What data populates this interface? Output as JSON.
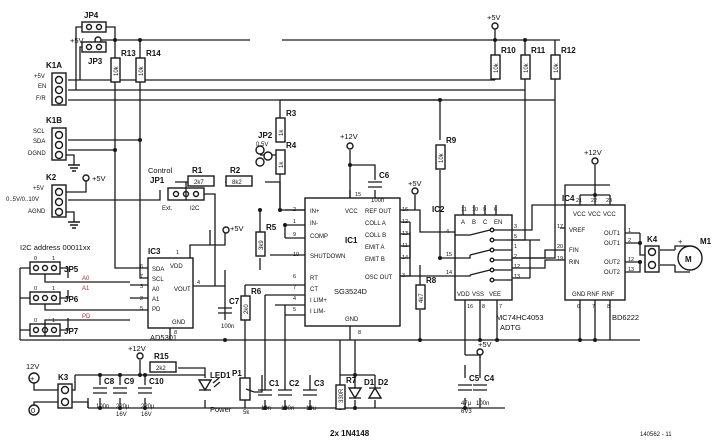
{
  "rails": {
    "v5": "+5V",
    "v12": "+12V",
    "v12_in": "12V",
    "zero": "0"
  },
  "connectors": {
    "k1a": {
      "ref": "K1A",
      "pins": [
        "+5V",
        "EN",
        "F/R"
      ]
    },
    "k1b": {
      "ref": "K1B",
      "pins": [
        "SCL",
        "SDA",
        "DGND"
      ]
    },
    "k2": {
      "ref": "K2",
      "pins": [
        "+5V",
        "0..5V/0..10V",
        "AGND"
      ]
    },
    "k3": {
      "ref": "K3"
    },
    "k4": {
      "ref": "K4"
    },
    "m1": {
      "ref": "M1",
      "symbol": "M"
    }
  },
  "jumpers": {
    "jp1": "JP1",
    "jp2": "JP2",
    "jp3": "JP3",
    "jp4": "JP4",
    "jp5": "JP5",
    "jp6": "JP6",
    "jp7": "JP7",
    "jp1_left": "Ext.",
    "jp1_right": "I2C",
    "jp1_title": "Control",
    "jp2_val": "0.5V"
  },
  "i2c": {
    "title": "I2C address 00011xx",
    "a0": "A0",
    "a1": "A1",
    "pd": "PD",
    "zero": "0",
    "one": "1"
  },
  "resistors": [
    {
      "ref": "R1",
      "val": "2k7"
    },
    {
      "ref": "R2",
      "val": "8k2"
    },
    {
      "ref": "R3",
      "val": "1k"
    },
    {
      "ref": "R4",
      "val": "1k"
    },
    {
      "ref": "R5",
      "val": "3k9"
    },
    {
      "ref": "R6",
      "val": "2k0"
    },
    {
      "ref": "R7",
      "val": "330R"
    },
    {
      "ref": "R8",
      "val": "4k7"
    },
    {
      "ref": "R9",
      "val": "10k"
    },
    {
      "ref": "R10",
      "val": "10k"
    },
    {
      "ref": "R11",
      "val": "10k"
    },
    {
      "ref": "R12",
      "val": "10k"
    },
    {
      "ref": "R13",
      "val": "10k"
    },
    {
      "ref": "R14",
      "val": "10k"
    },
    {
      "ref": "R15",
      "val": "2k2"
    }
  ],
  "caps": [
    {
      "ref": "C1",
      "val": "10n"
    },
    {
      "ref": "C2",
      "val": "100n"
    },
    {
      "ref": "C3",
      "val": "10u"
    },
    {
      "ref": "C4",
      "val": "100n"
    },
    {
      "ref": "C5",
      "val": "47µ",
      "v": "6V3"
    },
    {
      "ref": "C6",
      "val": "100n"
    },
    {
      "ref": "C7",
      "val": "100n"
    },
    {
      "ref": "C8",
      "val": "100n"
    },
    {
      "ref": "C9",
      "val": "220µ",
      "v": "16V"
    },
    {
      "ref": "C10",
      "val": "220µ",
      "v": "16V"
    }
  ],
  "pot": {
    "ref": "P1",
    "val": "5k"
  },
  "diodes": {
    "d1": "D1",
    "d2": "D2",
    "note": "2x 1N4148"
  },
  "led": {
    "ref": "LED1",
    "label": "Power"
  },
  "ic1": {
    "ref": "IC1",
    "name": "SG3524D",
    "left": [
      {
        "n": "2",
        "t": "IN+"
      },
      {
        "n": "1",
        "t": "IN-"
      },
      {
        "n": "9",
        "t": "COMP"
      },
      {
        "n": "10",
        "t": "SHUTDOWN"
      },
      {
        "n": "6",
        "t": "RT"
      },
      {
        "n": "7",
        "t": "CT"
      },
      {
        "n": "4",
        "t": "I LIM+"
      },
      {
        "n": "5",
        "t": "I LIM-"
      }
    ],
    "right": [
      {
        "n": "16",
        "t": "REF OUT"
      },
      {
        "n": "12",
        "t": "COLL A"
      },
      {
        "n": "13",
        "t": "COLL B"
      },
      {
        "n": "11",
        "t": "EMIT A"
      },
      {
        "n": "14",
        "t": "EMIT B"
      },
      {
        "n": "3",
        "t": "OSC OUT"
      }
    ],
    "vcc": "VCC",
    "vcc_pin": "15",
    "gnd": "GND",
    "gnd_pin": "8"
  },
  "ic2": {
    "ref": "IC2",
    "name": "MC74HC4053",
    "sub": "ADTG",
    "top": [
      "A",
      "B",
      "C",
      "EN"
    ],
    "top_pins": [
      "11",
      "10",
      "9",
      "6"
    ],
    "bottom": [
      "VDD",
      "VSS",
      "VEE"
    ],
    "bottom_pins": [
      "16",
      "8",
      "7"
    ],
    "left_pins": [
      "4",
      "15",
      "14"
    ],
    "right_pins": [
      "3",
      "5",
      "1",
      "2",
      "12",
      "13"
    ]
  },
  "ic3": {
    "ref": "IC3",
    "name": "AD5301",
    "pins": [
      {
        "n": "6",
        "t": "SDA"
      },
      {
        "n": "7",
        "t": "SCL"
      },
      {
        "n": "3",
        "t": "A0"
      },
      {
        "n": "2",
        "t": "A1"
      },
      {
        "n": "5",
        "t": "PD"
      }
    ],
    "vdd": "VDD",
    "vdd_pin": "1",
    "vout": "VOUT",
    "vout_pin": "4",
    "gnd": "GND",
    "gnd_pin": "8"
  },
  "ic4": {
    "ref": "IC4",
    "name": "BD6222",
    "top": [
      "VCC",
      "VCC",
      "VCC"
    ],
    "top_pins": [
      "21",
      "22",
      "23"
    ],
    "left": [
      {
        "n": "17",
        "t": "VREF"
      },
      {
        "n": "20",
        "t": "FIN"
      },
      {
        "n": "19",
        "t": "RIN"
      }
    ],
    "right": [
      {
        "n": "1",
        "t": "OUT1"
      },
      {
        "n": "2",
        "t": "OUT1"
      },
      {
        "n": "12",
        "t": "OUT2"
      },
      {
        "n": "13",
        "t": "OUT2"
      }
    ],
    "bottom": [
      "GND",
      "RNF",
      "RNF"
    ],
    "bottom_pins": [
      "6",
      "7",
      "8"
    ]
  },
  "footer": {
    "code": "140562 - 11"
  }
}
